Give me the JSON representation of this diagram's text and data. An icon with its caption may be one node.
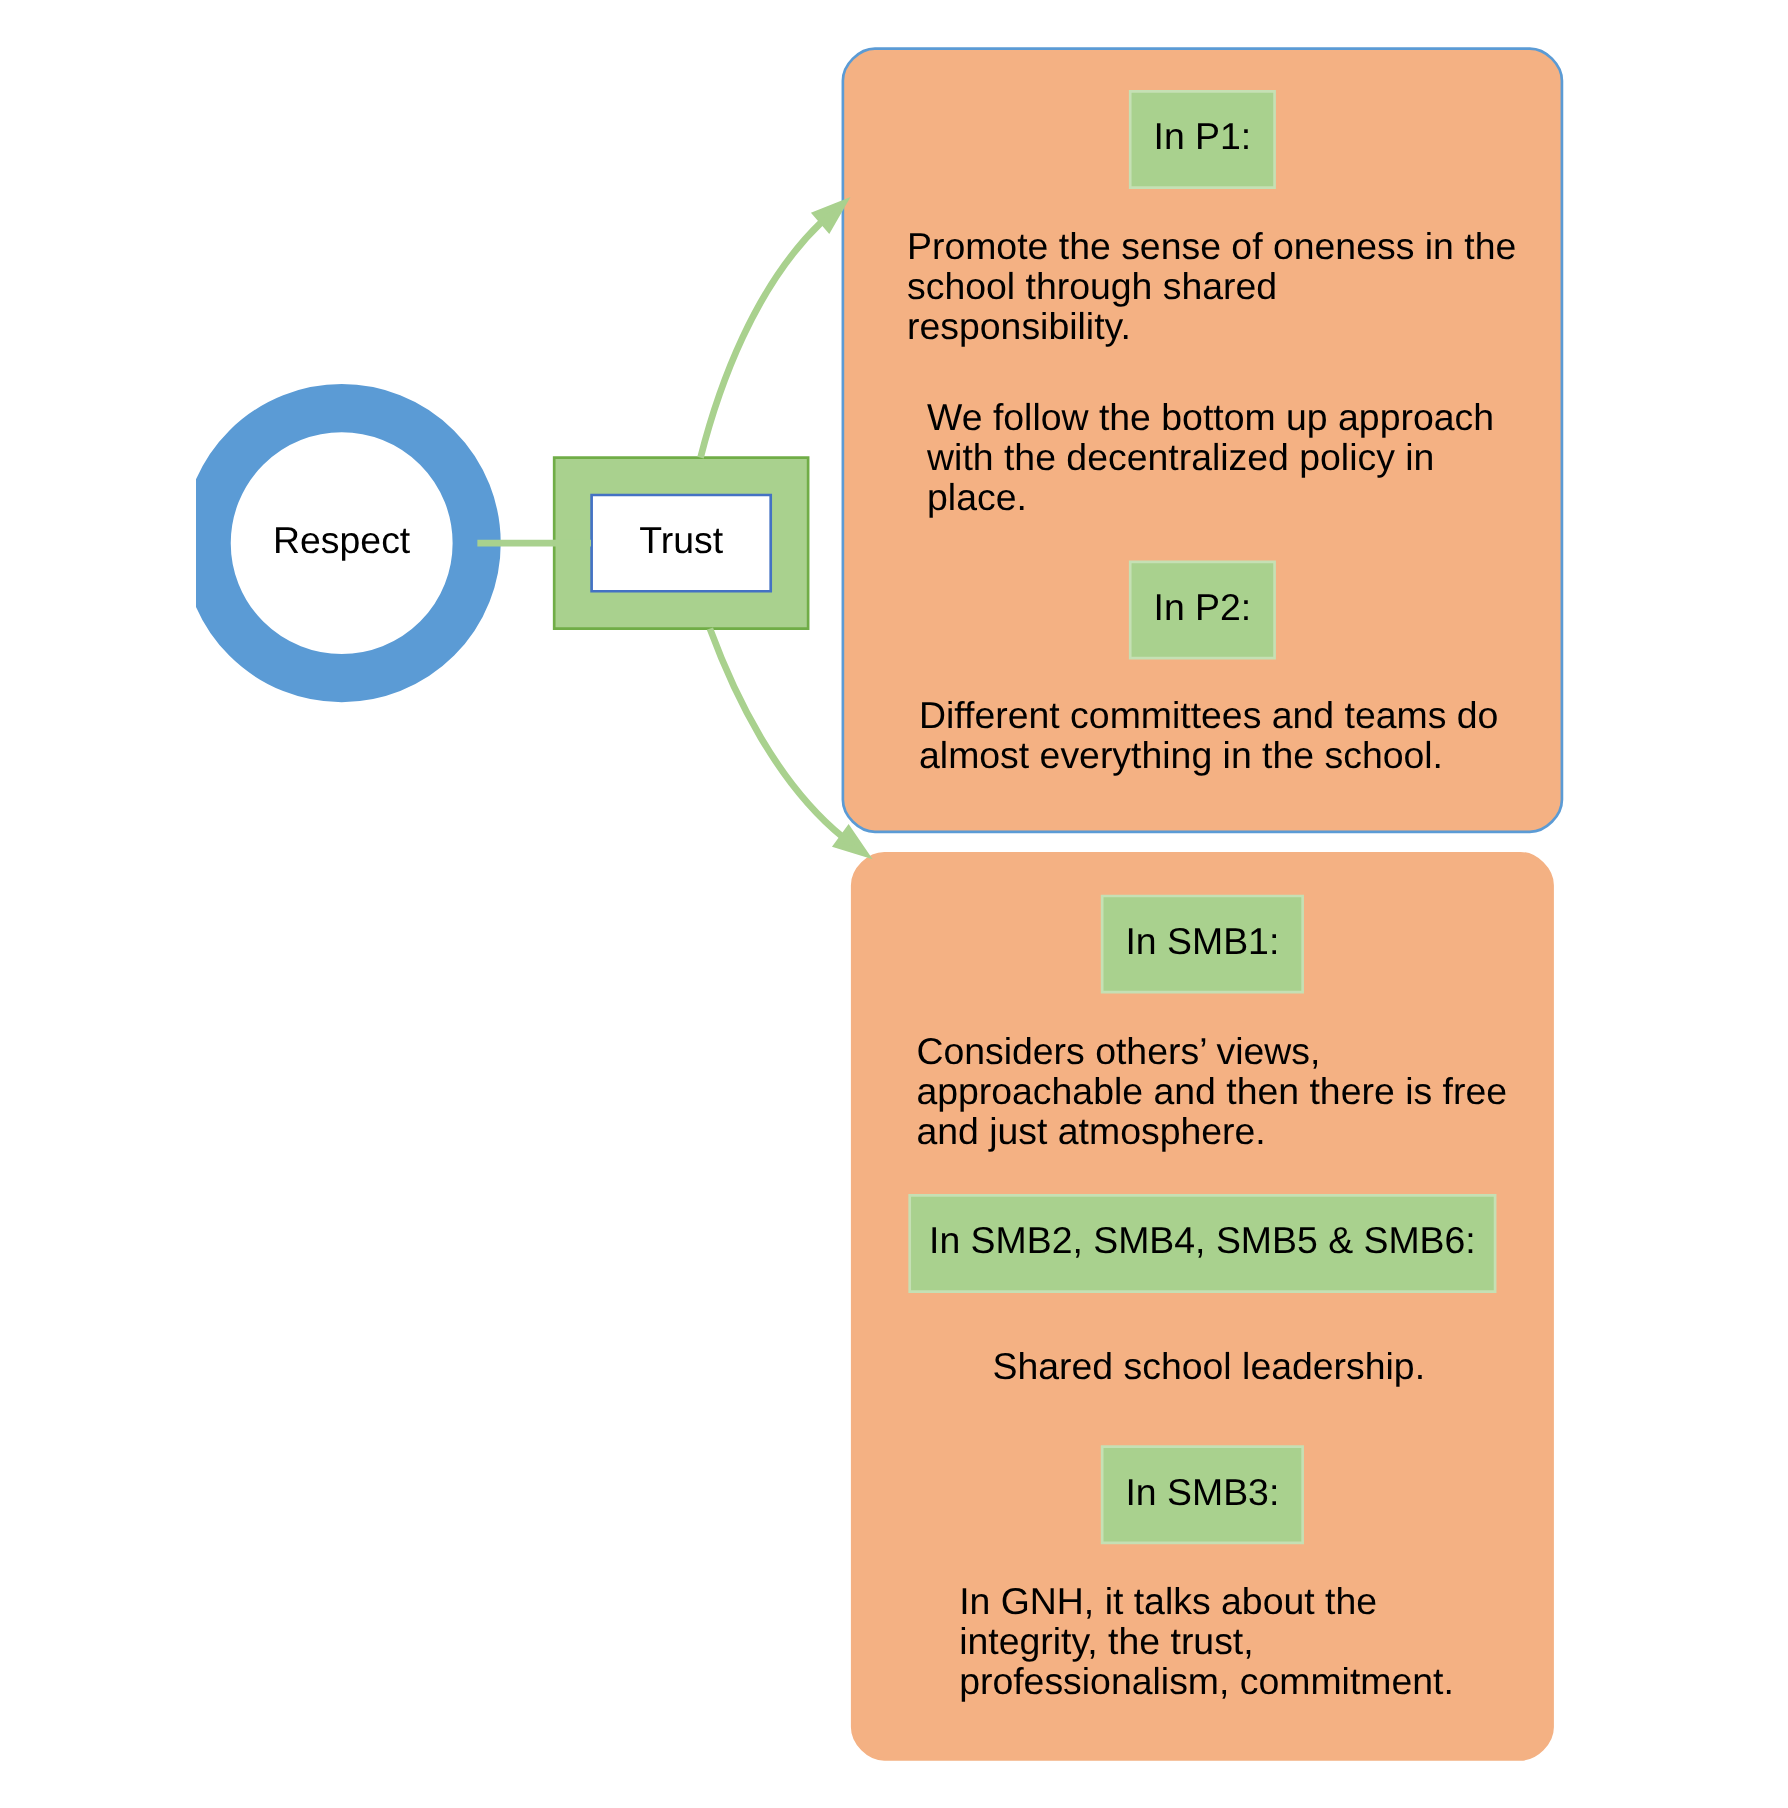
{
  "diagram": {
    "nodes": [
      {
        "text": [
          "Respect"
        ]
      },
      {
        "text": [],
        "shape": "box"
      },
      {
        "text": [
          "Trust"
        ],
        "in": 1
      },
      {
        "text": [],
        "shape": "box"
      },
      {
        "text": [
          "In P1:"
        ],
        "in": 3,
        "beside": [
          "Promote the sense of oneness in the school through shared responsibility.",
          "We follow the bottom up approach with the decentralized policy in place."
        ]
      },
      {
        "text": [
          "In P2:"
        ],
        "in": 3,
        "beside": [
          "Different committees and teams do almost everything in the school."
        ]
      },
      {
        "text": [],
        "shape": "box"
      },
      {
        "text": [
          "In SMB1:"
        ],
        "in": 6,
        "beside": [
          "Considers others’ views, approachable and then there is free and just atmosphere."
        ]
      },
      {
        "text": [
          "In SMB2, SMB4, SMB5 & SMB6:"
        ],
        "in": 6,
        "beside": [
          "Shared school leadership."
        ]
      },
      {
        "text": [
          "In SMB3:"
        ],
        "in": 6,
        "beside": [
          "In GNH, it talks about the integrity, the trust, professionalism, commitment."
        ]
      }
    ],
    "edges": [
      {
        "from": 0,
        "to": 2,
        "arrow": "none"
      },
      {
        "from": 1,
        "to": 3,
        "arrow": "to"
      },
      {
        "from": 1,
        "to": 6,
        "arrow": "to"
      }
    ]
  }
}
